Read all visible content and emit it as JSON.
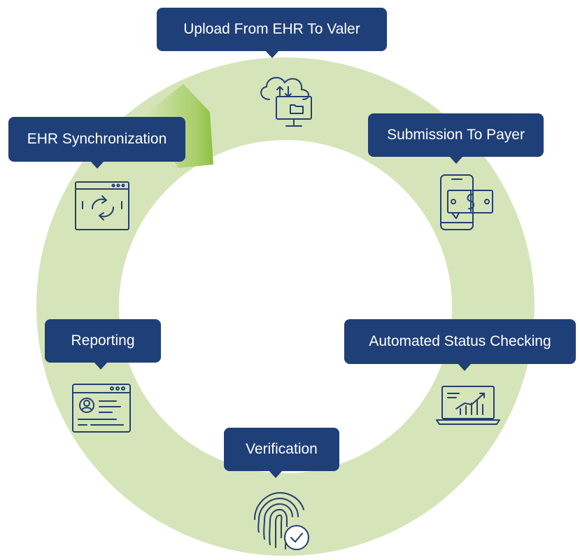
{
  "colors": {
    "ring": "#d6e5b9",
    "ring_accent": "#8fc043",
    "label_bg": "#1f3f78",
    "label_text": "#ffffff",
    "icon_stroke": "#23406f"
  },
  "steps": [
    {
      "label": "Upload From EHR To Valer",
      "icon": "cloud-computer-icon"
    },
    {
      "label": "Submission To Payer",
      "icon": "phone-payment-icon"
    },
    {
      "label": "Automated Status Checking",
      "icon": "laptop-chart-icon"
    },
    {
      "label": "Verification",
      "icon": "fingerprint-check-icon"
    },
    {
      "label": "Reporting",
      "icon": "profile-window-icon"
    },
    {
      "label": "EHR Synchronization",
      "icon": "browser-sync-icon"
    }
  ]
}
